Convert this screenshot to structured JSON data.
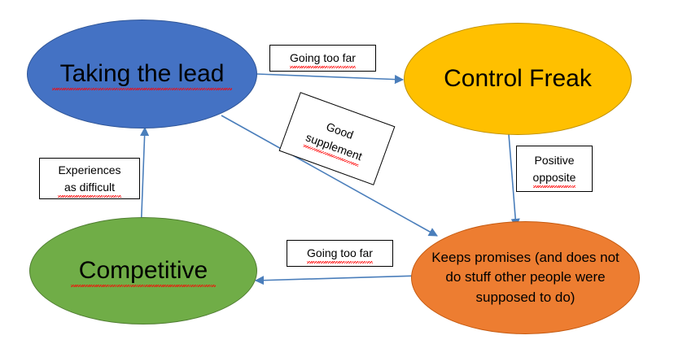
{
  "diagram": {
    "title": "Taking the lead / Control Freak / Competitive / Keeps promises relationship map",
    "background": "#ffffff",
    "edge_color": "#4A7EBB",
    "nodes": [
      {
        "id": "taking-the-lead",
        "label": "Taking the lead",
        "shape": "ellipse",
        "fill": "#4472C4",
        "stroke": "#2F5597",
        "text_color": "#000000",
        "spellcheck_underline": true
      },
      {
        "id": "control-freak",
        "label": "Control Freak",
        "shape": "ellipse",
        "fill": "#FFC000",
        "stroke": "#BF9000",
        "text_color": "#000000",
        "spellcheck_underline": false
      },
      {
        "id": "competitive",
        "label": "Competitive",
        "shape": "ellipse",
        "fill": "#70AD47",
        "stroke": "#507E32",
        "text_color": "#000000",
        "spellcheck_underline": true
      },
      {
        "id": "keeps-promises",
        "label": "Keeps promises (and does not\ndo stuff other people were\nsupposed to do)",
        "shape": "ellipse",
        "fill": "#ED7D31",
        "stroke": "#C55A11",
        "text_color": "#000000",
        "spellcheck_underline": true
      }
    ],
    "edges": [
      {
        "id": "lead-to-freak",
        "from": "taking-the-lead",
        "to": "control-freak",
        "label": "Going too far",
        "direction": "right"
      },
      {
        "id": "lead-to-keeps",
        "from": "taking-the-lead",
        "to": "keeps-promises",
        "label": "Good\nsupplement",
        "direction": "down-right",
        "label_rotation_deg": 20
      },
      {
        "id": "freak-to-keeps",
        "from": "control-freak",
        "to": "keeps-promises",
        "label": "Positive\nopposite",
        "direction": "down"
      },
      {
        "id": "keeps-to-competitive",
        "from": "keeps-promises",
        "to": "competitive",
        "label": "Going too far",
        "direction": "left"
      },
      {
        "id": "competitive-to-lead",
        "from": "competitive",
        "to": "taking-the-lead",
        "label": "Experiences\nas difficult",
        "direction": "up"
      }
    ]
  }
}
